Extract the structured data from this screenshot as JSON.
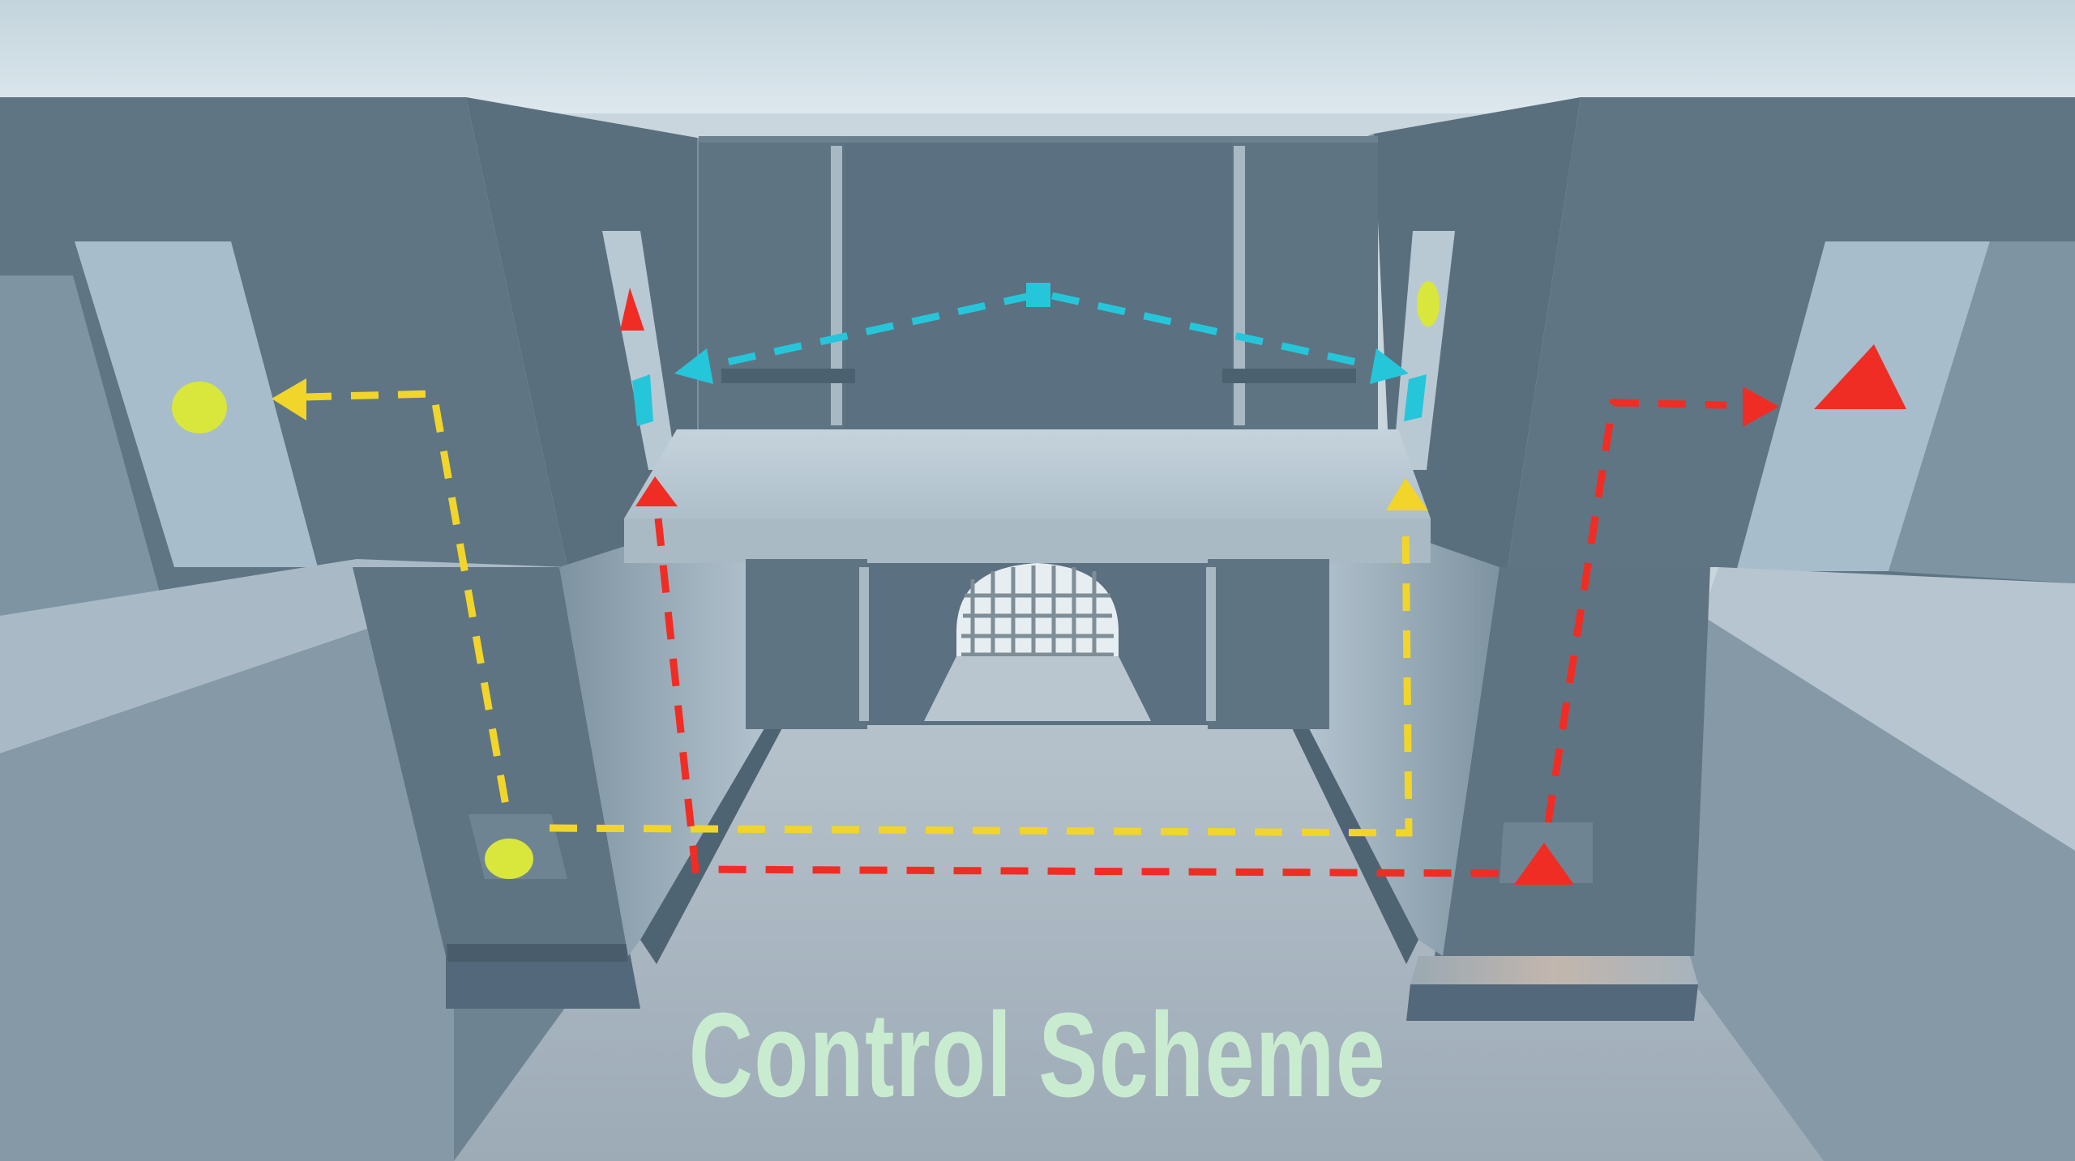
{
  "caption": {
    "text": "Control Scheme",
    "color": "#c9ecd1"
  },
  "colors": {
    "sky": "#d3e1e8",
    "wall_dark": "#5d7382",
    "wall_light": "#9eb2c0",
    "floor": "#a9b7c2",
    "door_panel": "#a5bccb",
    "cyan": "#26c6da",
    "yellow": "#f1d52a",
    "red": "#f02d24",
    "symbol_yellow": "#d9e63c"
  },
  "symbols": [
    {
      "name": "yellow-circle-symbol",
      "shape": "circle"
    },
    {
      "name": "red-triangle-symbol",
      "shape": "triangle"
    },
    {
      "name": "cyan-square-symbol",
      "shape": "square"
    }
  ],
  "paths": [
    {
      "name": "cyan-path",
      "color": "cyan"
    },
    {
      "name": "yellow-path",
      "color": "yellow"
    },
    {
      "name": "red-path",
      "color": "red"
    }
  ]
}
